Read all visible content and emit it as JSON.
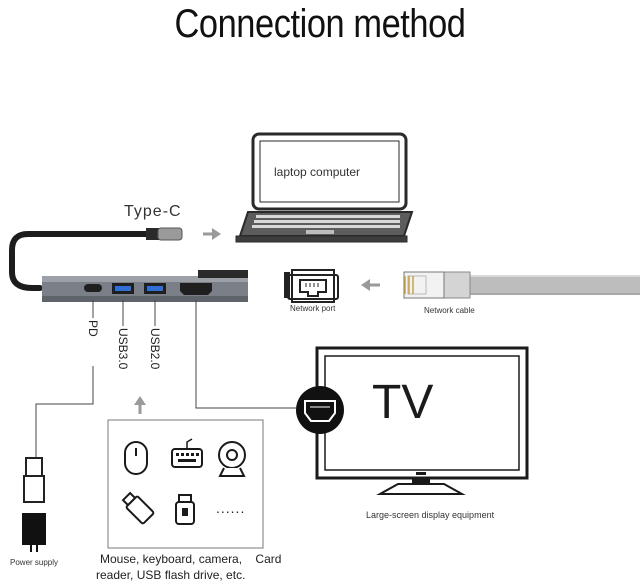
{
  "title": "Connection method",
  "laptop": {
    "label": "laptop computer"
  },
  "hub": {
    "type_c_label": "Type-C",
    "ports": {
      "pd": "PD",
      "usb3": "USB3.0",
      "usb2": "USB2.0"
    }
  },
  "network": {
    "port_label": "Network port",
    "cable_label": "Network cable"
  },
  "tv": {
    "label": "TV",
    "caption": "Large-screen display equipment"
  },
  "power": {
    "label": "Power supply"
  },
  "devices": {
    "caption_line1": "Mouse, keyboard, camera,    Card",
    "caption_line2": "reader, USB flash drive, etc.",
    "ellipsis": "......"
  },
  "colors": {
    "line": "#1a1a1a",
    "hub_body": "#7b8088",
    "usb_blue": "#2f6fd6",
    "cable_gray": "#bdbdbd",
    "arrow": "#9a9a9a"
  }
}
